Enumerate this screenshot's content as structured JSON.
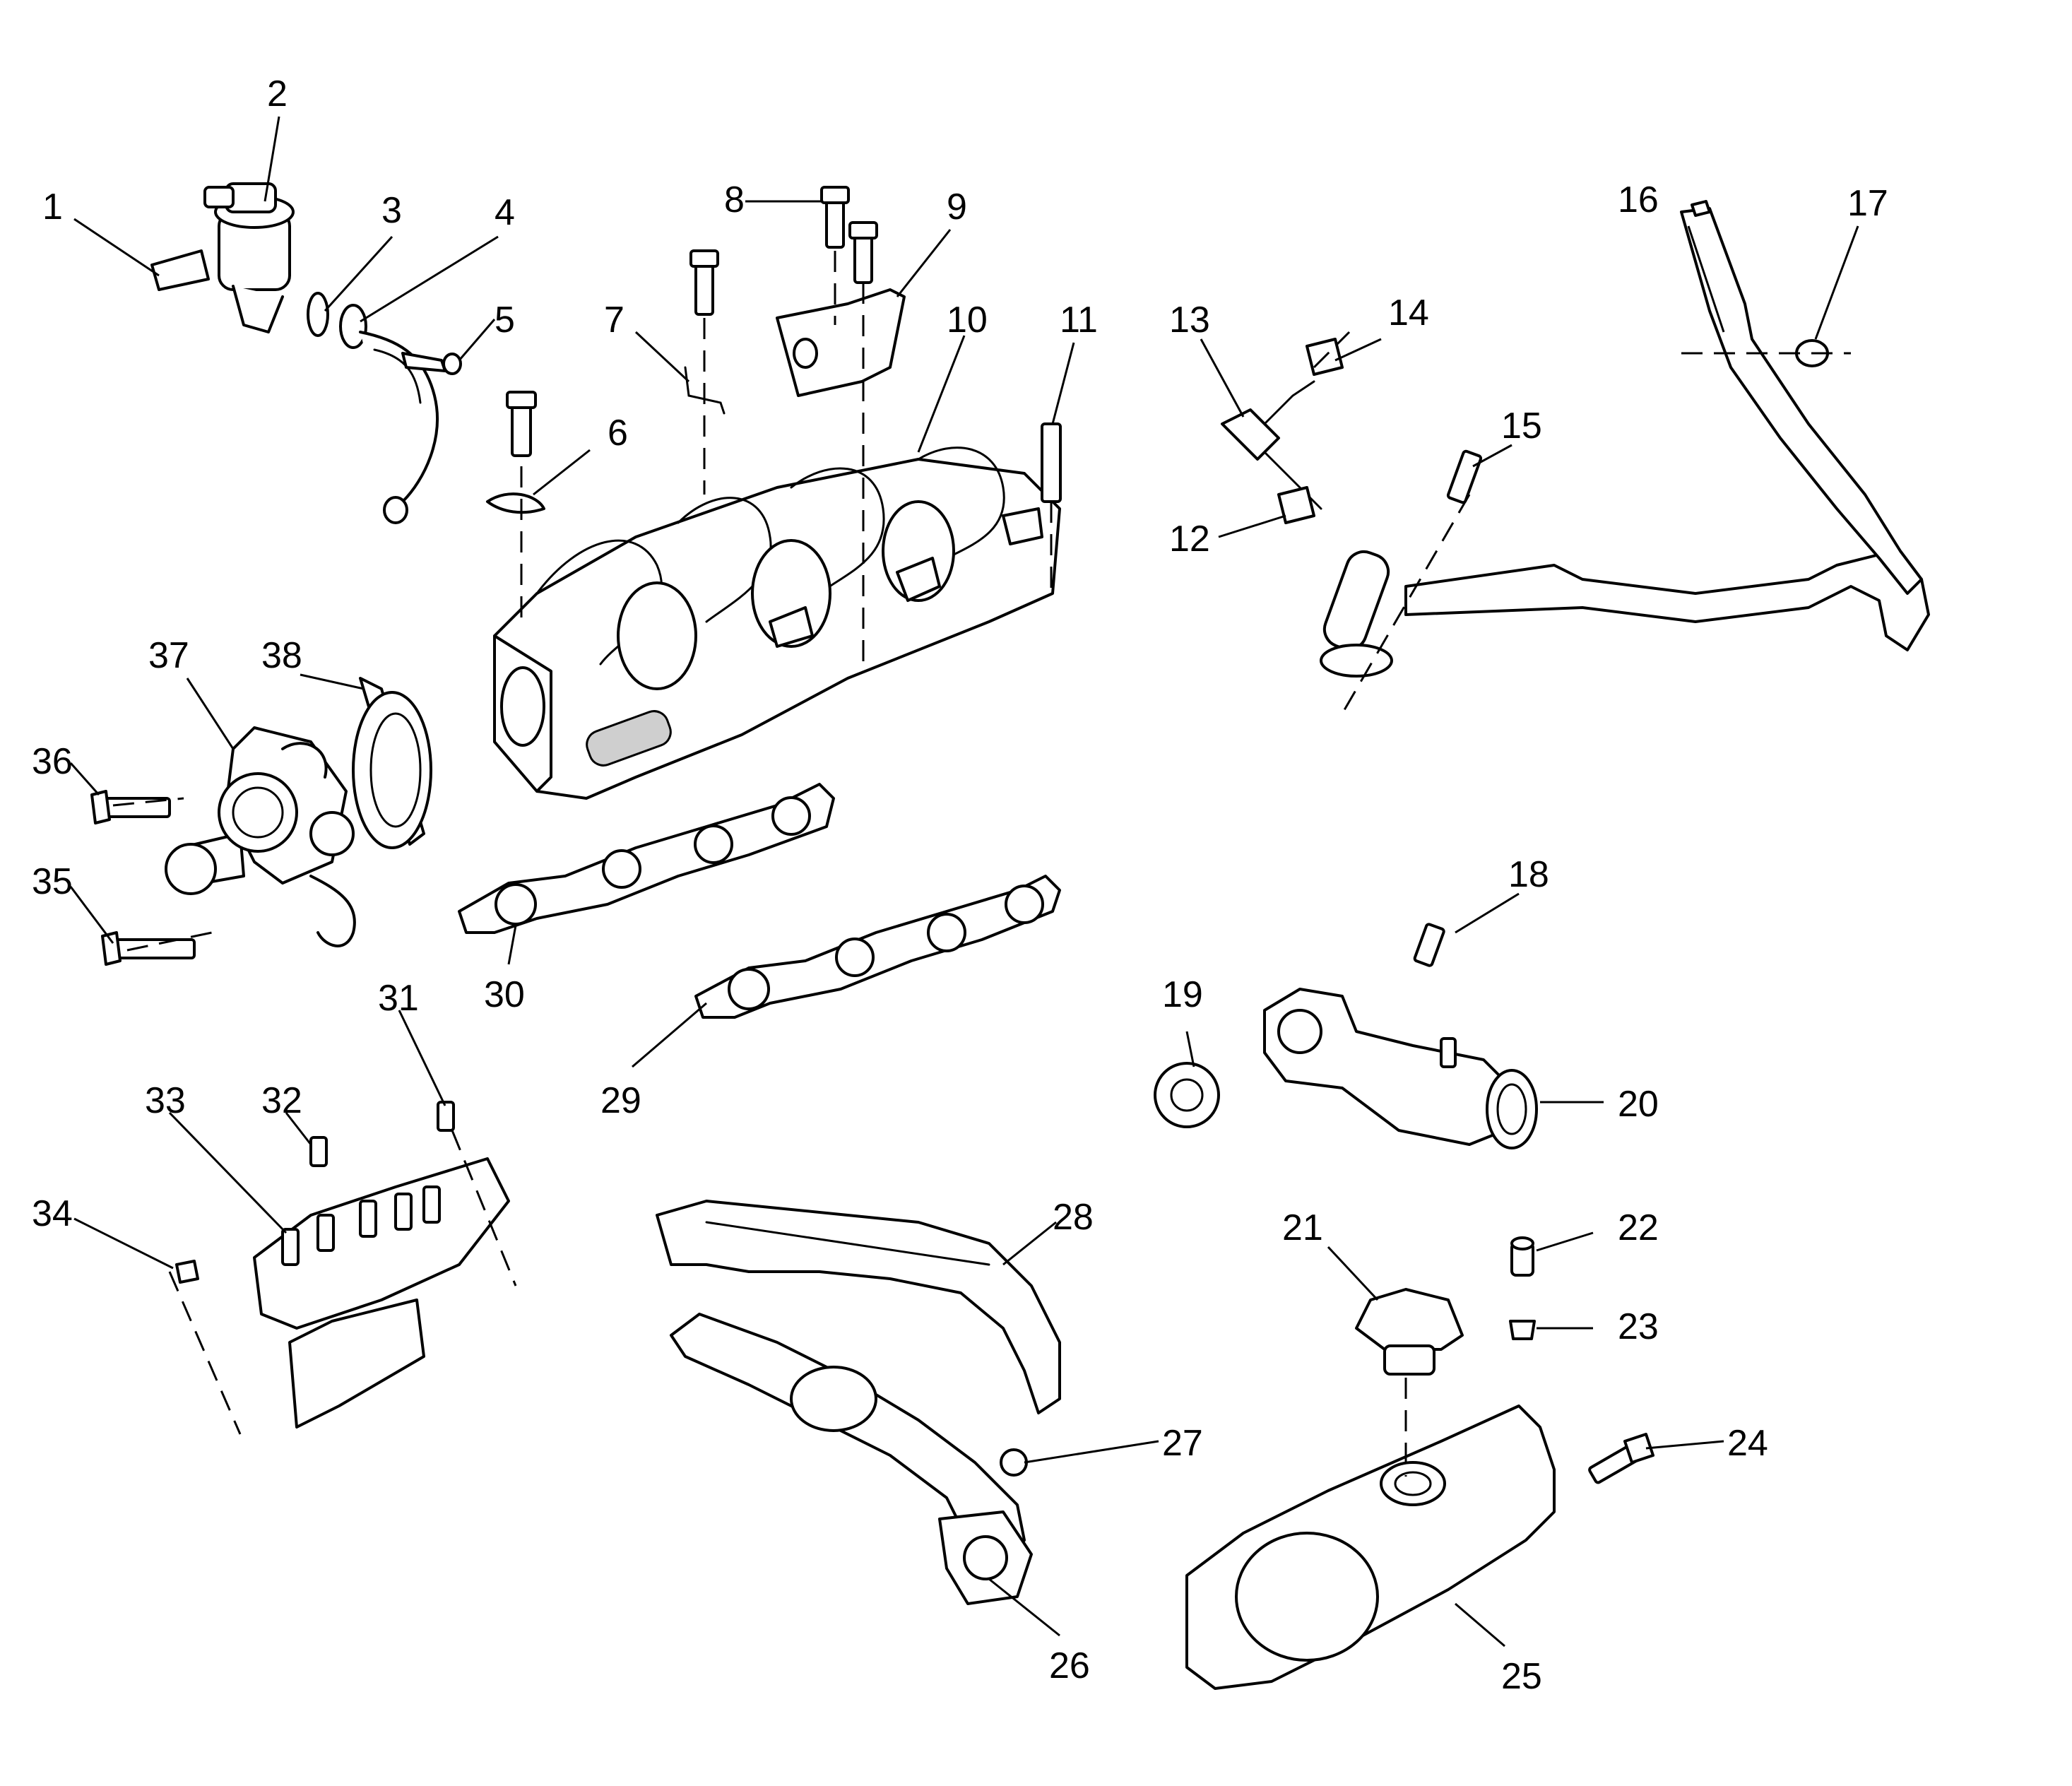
{
  "callouts": [
    "1",
    "2",
    "3",
    "4",
    "5",
    "6",
    "7",
    "8",
    "9",
    "10",
    "11",
    "12",
    "13",
    "14",
    "15",
    "16",
    "17",
    "18",
    "19",
    "20",
    "21",
    "22",
    "23",
    "24",
    "25",
    "26",
    "27",
    "28",
    "29",
    "30",
    "31",
    "32",
    "33",
    "34",
    "35",
    "36",
    "37",
    "38"
  ]
}
